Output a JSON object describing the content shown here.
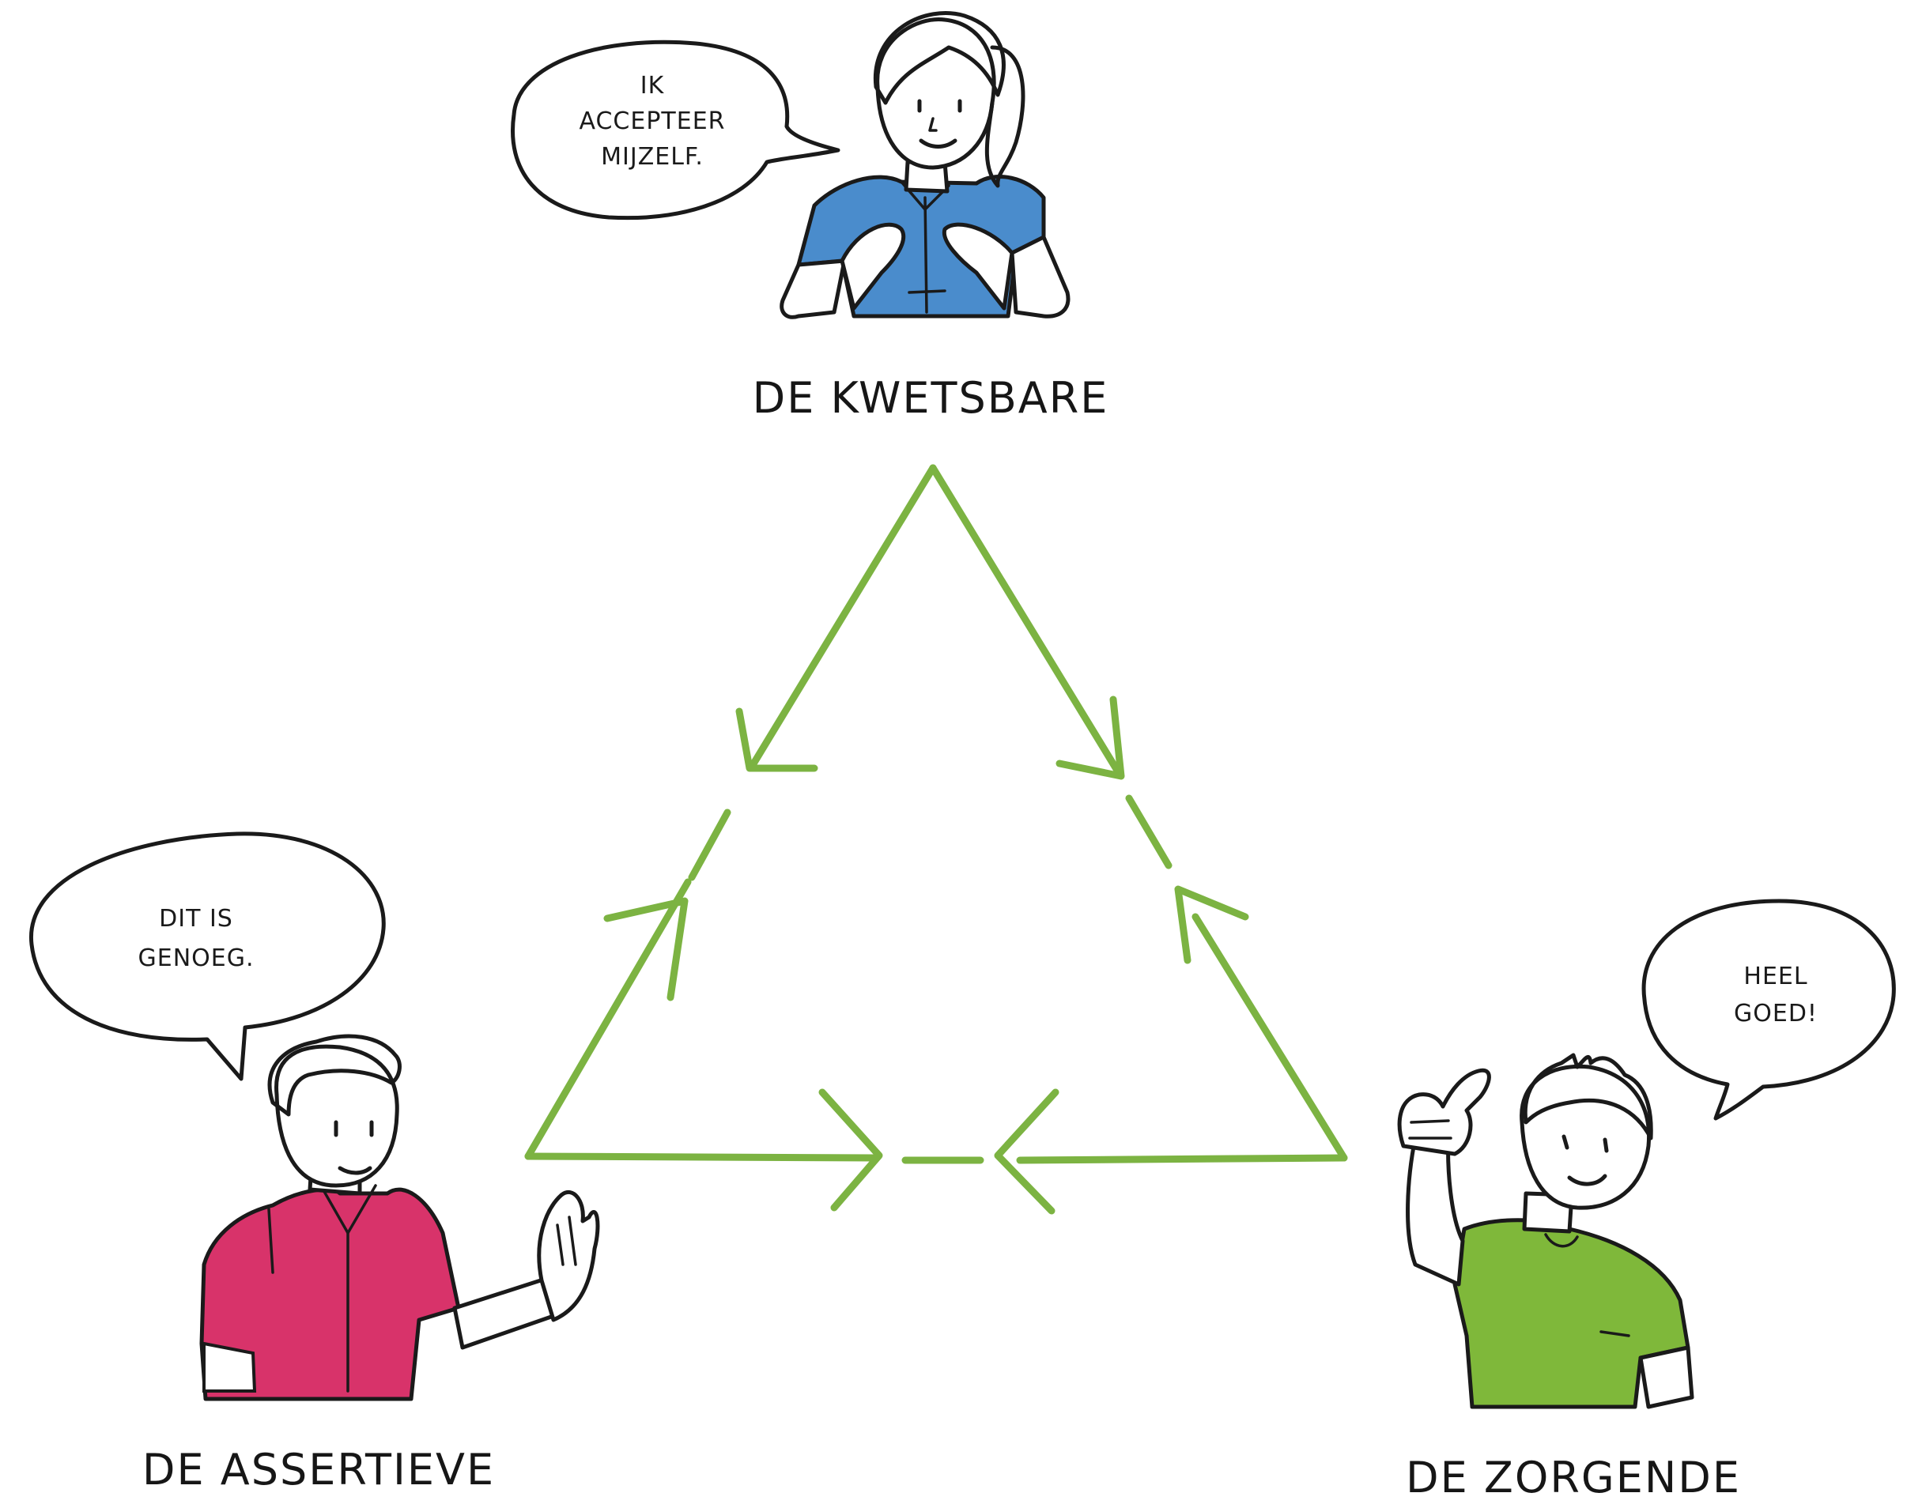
{
  "roles": {
    "top": {
      "label": "DE KWETSBARE",
      "bubble": [
        "IK",
        "ACCEPTEER",
        "MIJZELF."
      ],
      "shirt_color": "#4a8ccc"
    },
    "bottom_left": {
      "label": "DE ASSERTIEVE",
      "bubble": [
        "DIT IS",
        "GENOEG."
      ],
      "shirt_color": "#d8336a"
    },
    "bottom_right": {
      "label": "DE ZORGENDE",
      "bubble": [
        "HEEL",
        "GOED!"
      ],
      "shirt_color": "#7fb83a"
    }
  },
  "triangle": {
    "color": "#7cb342",
    "icon": "green-triangle-with-arrows"
  }
}
